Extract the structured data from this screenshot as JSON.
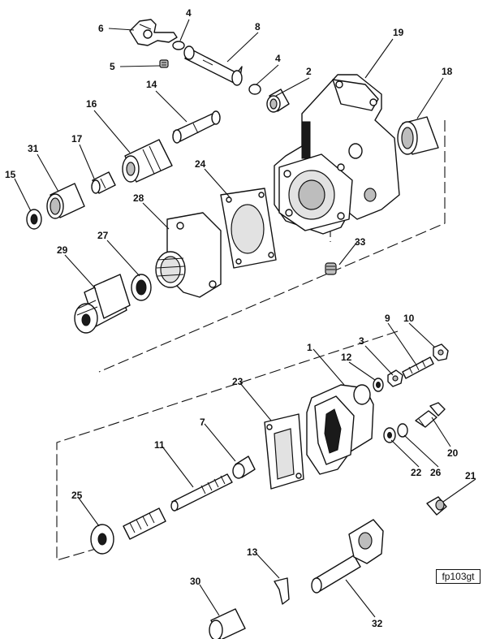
{
  "figure_ref": "fp103gt",
  "callouts": {
    "c1": "1",
    "c2": "2",
    "c3": "3",
    "c4a": "4",
    "c4b": "4",
    "c5": "5",
    "c6": "6",
    "c7": "7",
    "c8": "8",
    "c9": "9",
    "c10": "10",
    "c11": "11",
    "c12": "12",
    "c13": "13",
    "c14": "14",
    "c15": "15",
    "c16": "16",
    "c17": "17",
    "c18": "18",
    "c19": "19",
    "c20": "20",
    "c21": "21",
    "c22": "22",
    "c23": "23",
    "c24": "24",
    "c25": "25",
    "c26": "26",
    "c27": "27",
    "c28": "28",
    "c29": "29",
    "c30": "30",
    "c31": "31",
    "c32": "32",
    "c33": "33"
  }
}
